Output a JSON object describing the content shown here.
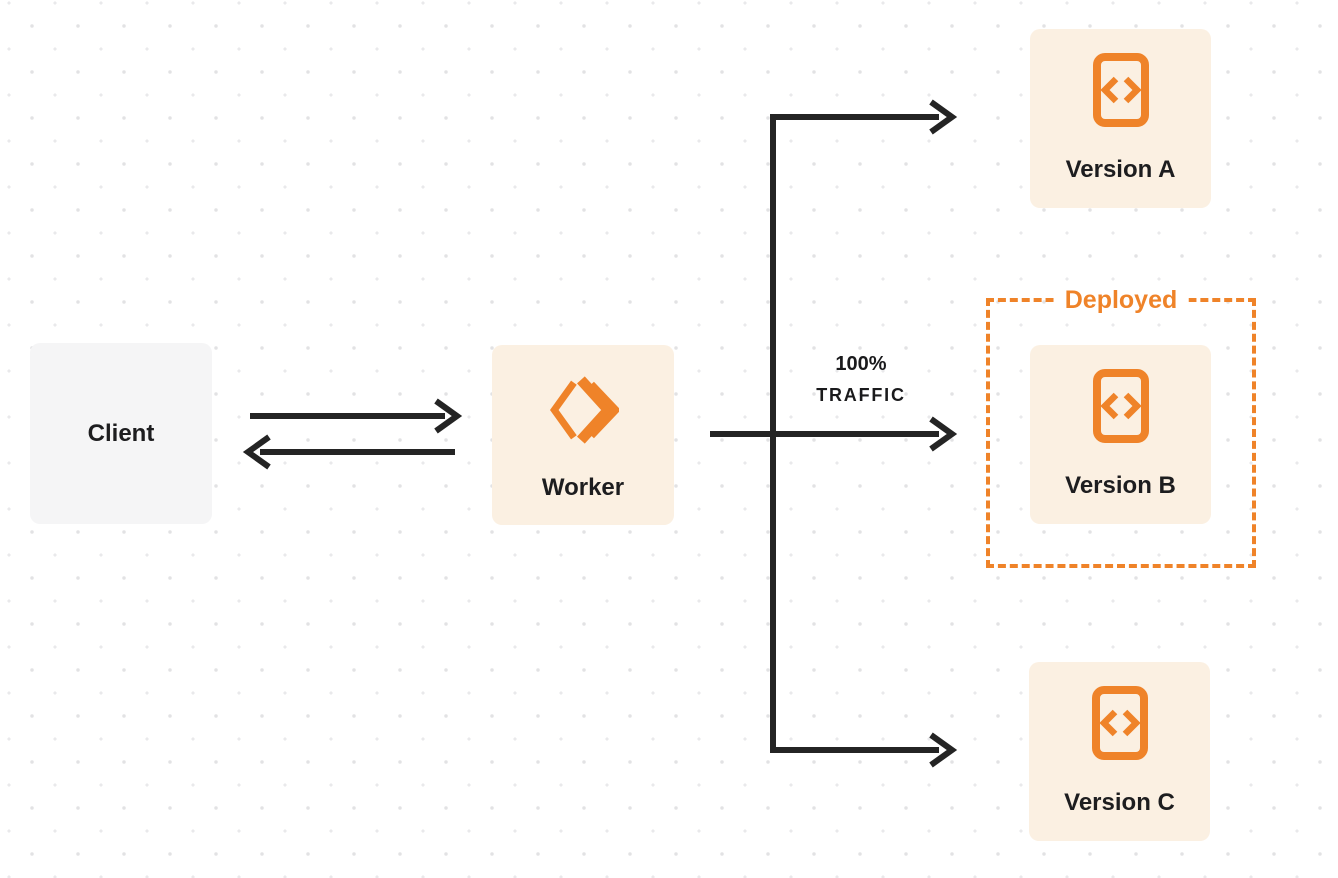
{
  "nodes": {
    "client": {
      "label": "Client"
    },
    "worker": {
      "label": "Worker"
    },
    "versions": [
      {
        "label": "Version A",
        "deployed": false
      },
      {
        "label": "Version B",
        "deployed": true
      },
      {
        "label": "Version C",
        "deployed": false
      }
    ]
  },
  "annotations": {
    "deployed": "Deployed",
    "traffic_percent": "100%",
    "traffic_word": "TRAFFIC"
  },
  "edges": [
    {
      "from": "client",
      "to": "worker",
      "style": "arrow-right"
    },
    {
      "from": "worker",
      "to": "client",
      "style": "arrow-left"
    },
    {
      "from": "worker",
      "to": "version-a",
      "style": "arrow-right"
    },
    {
      "from": "worker",
      "to": "version-b",
      "style": "arrow-right",
      "label": "100% TRAFFIC"
    },
    {
      "from": "worker",
      "to": "version-c",
      "style": "arrow-right"
    }
  ],
  "icons": {
    "worker": "cloudflare-workers-logo",
    "version": "code-file-icon"
  },
  "colors": {
    "orange_accent": "#ef8329",
    "cream_node_bg": "#fbf0e2",
    "client_node_bg": "#f5f5f6",
    "arrow_line": "#242424",
    "text_dark": "#1d1d1f",
    "dot_grid": "#e2e2e4",
    "page_bg": "#ffffff"
  }
}
